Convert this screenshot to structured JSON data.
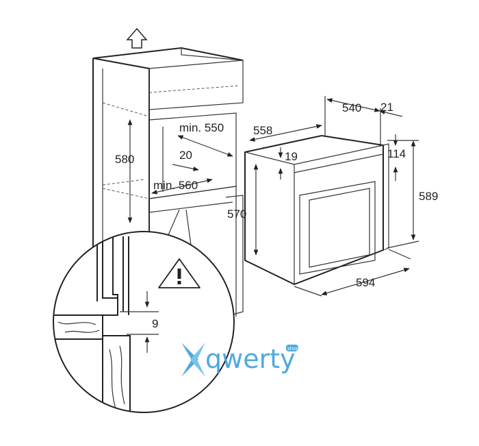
{
  "dimensions": {
    "cabinet_width": "min. 550",
    "cabinet_depth": "min. 560",
    "cabinet_height": "580",
    "gap": "20",
    "oven_depth_total": "558",
    "oven_depth_body": "540",
    "front_thickness": "21",
    "top_offset": "19",
    "panel_height": "114",
    "oven_height": "570",
    "total_height": "589",
    "oven_width": "594",
    "detail_gap": "9"
  },
  "watermark": {
    "brand": "qwerty",
    "badge": "shop"
  },
  "colors": {
    "line": "#222222",
    "watermark": "#3aa0dc"
  },
  "icons": [
    "ventilation-arrow-icon",
    "warning-icon"
  ]
}
